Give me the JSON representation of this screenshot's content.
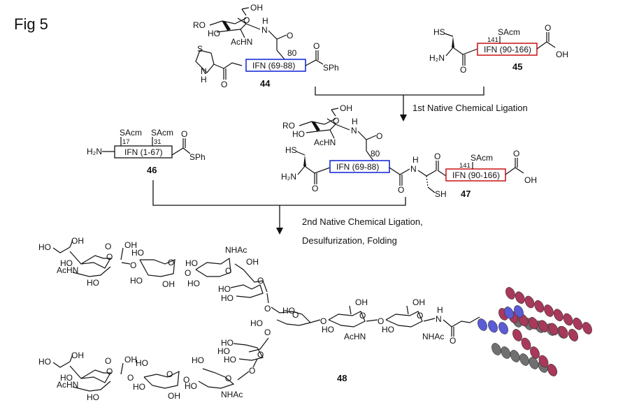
{
  "figure_label": "Fig 5",
  "compounds": {
    "c44": {
      "number": "44",
      "segment": "IFN (69-88)",
      "residue_number": "80",
      "labels": {
        "r_o": "RO",
        "ho": "HO",
        "oh": "OH",
        "achn": "AcHN",
        "nh": "H",
        "n": "N",
        "o_ring": "O",
        "o_carbonyl": "O",
        "s": "S",
        "thz_n": "N",
        "thz_h": "H",
        "o1": "O",
        "o2": "O",
        "sph": "SPh"
      },
      "segment_color": "#1a2fd6"
    },
    "c45": {
      "number": "45",
      "segment": "IFN (90-166)",
      "residue_number": "141",
      "protecting_group": "SAcm",
      "labels": {
        "hs": "HS",
        "h2n": "H₂N",
        "o": "O",
        "oh": "OH",
        "o2": "O"
      },
      "segment_color": "#cc1f1f"
    },
    "c46": {
      "number": "46",
      "segment": "IFN (1-67)",
      "residue_numbers": [
        "17",
        "31"
      ],
      "protecting_group": "SAcm",
      "labels": {
        "h2n": "H₂N",
        "o": "O",
        "sph": "SPh"
      }
    },
    "c47": {
      "number": "47",
      "segment_a": "IFN (69-88)",
      "segment_b": "IFN (90-166)",
      "residue_number_a": "80",
      "residue_number_b": "141",
      "protecting_group": "SAcm",
      "labels": {
        "r_o": "RO",
        "ho": "HO",
        "oh": "OH",
        "achn": "AcHN",
        "h": "H",
        "n": "N",
        "o": "O",
        "hs": "HS",
        "h2n": "H₂N",
        "sh": "SH",
        "cooh_oh": "OH"
      }
    },
    "c48": {
      "number": "48",
      "labels": {
        "oh": "OH",
        "ho": "HO",
        "o": "O",
        "achn": "AcHN",
        "nhac": "NHAc",
        "h": "H",
        "n": "N"
      },
      "protein_colors": {
        "helix_main": "#a8395a",
        "helix_grey": "#707070",
        "helix_blue": "#5b5bd6"
      }
    }
  },
  "steps": {
    "step1": "1st Native Chemical Ligation",
    "step2_line1": "2nd Native Chemical Ligation,",
    "step2_line2": "Desulfurization, Folding"
  }
}
